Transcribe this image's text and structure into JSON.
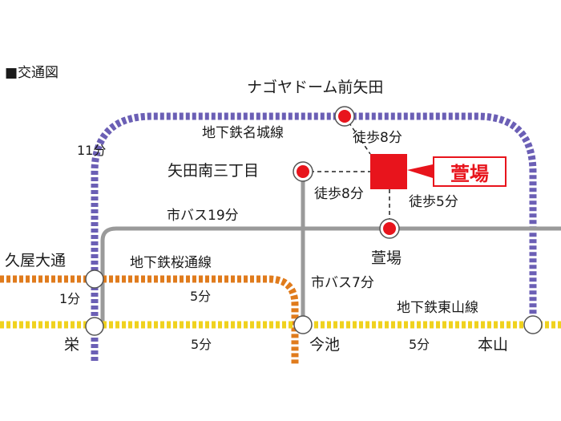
{
  "heading": "■交通図",
  "venue": {
    "name": "萱場",
    "color": "#e8141c"
  },
  "lines": {
    "meijo": {
      "name": "地下鉄名城線",
      "color": "#6b5fb5"
    },
    "sakuradori": {
      "name": "地下鉄桜通線",
      "color": "#e07b1c"
    },
    "higashiyama": {
      "name": "地下鉄東山線",
      "color": "#f0d21e"
    },
    "bus19": {
      "name": "市バス19分"
    },
    "bus7": {
      "name": "市バス7分"
    },
    "bus_color": "#9a9a9a"
  },
  "stations": {
    "nagoya_dome": "ナゴヤドーム前矢田",
    "yada_minami": "矢田南三丁目",
    "kayaba": "萱場",
    "hisaya_odori": "久屋大通",
    "sakae": "栄",
    "imaike": "今池",
    "motoyama": "本山"
  },
  "times": {
    "meijo_left": "11分",
    "walk_dome": "徒歩8分",
    "walk_yada": "徒歩8分",
    "walk_kayaba": "徒歩5分",
    "hisaya_sakae": "1分",
    "sakuradori_segment": "5分",
    "higashiyama_sakae_imaike": "5分",
    "higashiyama_imaike_motoyama": "5分"
  }
}
